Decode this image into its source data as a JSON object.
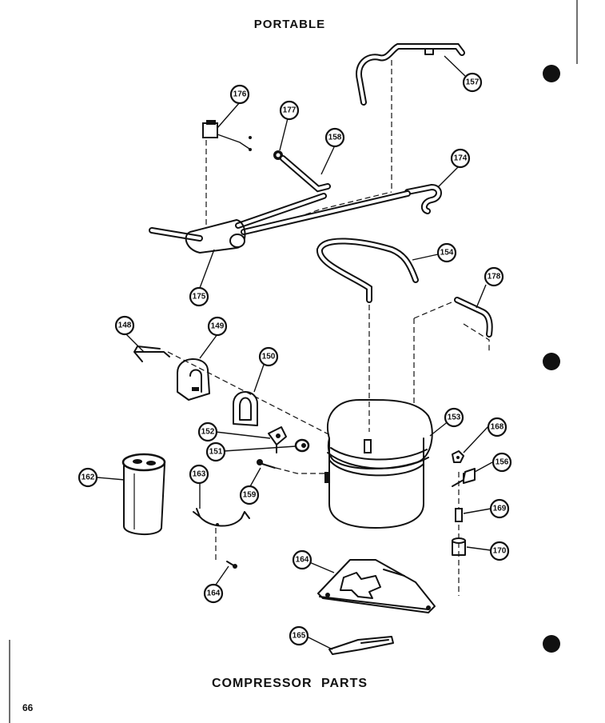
{
  "header": {
    "title": "PORTABLE"
  },
  "footer": {
    "caption": "COMPRESSOR PARTS",
    "page_number": "66"
  },
  "callouts": [
    {
      "name": "callout-176",
      "label": "176"
    },
    {
      "name": "callout-177",
      "label": "177"
    },
    {
      "name": "callout-158",
      "label": "158"
    },
    {
      "name": "callout-157",
      "label": "157"
    },
    {
      "name": "callout-174",
      "label": "174"
    },
    {
      "name": "callout-175",
      "label": "175"
    },
    {
      "name": "callout-154",
      "label": "154"
    },
    {
      "name": "callout-178",
      "label": "178"
    },
    {
      "name": "callout-148",
      "label": "148"
    },
    {
      "name": "callout-149",
      "label": "149"
    },
    {
      "name": "callout-150",
      "label": "150"
    },
    {
      "name": "callout-153",
      "label": "153"
    },
    {
      "name": "callout-152",
      "label": "152"
    },
    {
      "name": "callout-168",
      "label": "168"
    },
    {
      "name": "callout-151",
      "label": "151"
    },
    {
      "name": "callout-156",
      "label": "156"
    },
    {
      "name": "callout-162",
      "label": "162"
    },
    {
      "name": "callout-163",
      "label": "163"
    },
    {
      "name": "callout-159",
      "label": "159"
    },
    {
      "name": "callout-169",
      "label": "169"
    },
    {
      "name": "callout-170",
      "label": "170"
    },
    {
      "name": "callout-164-base",
      "label": "164"
    },
    {
      "name": "callout-164-screw",
      "label": "164"
    },
    {
      "name": "callout-165",
      "label": "165"
    }
  ]
}
